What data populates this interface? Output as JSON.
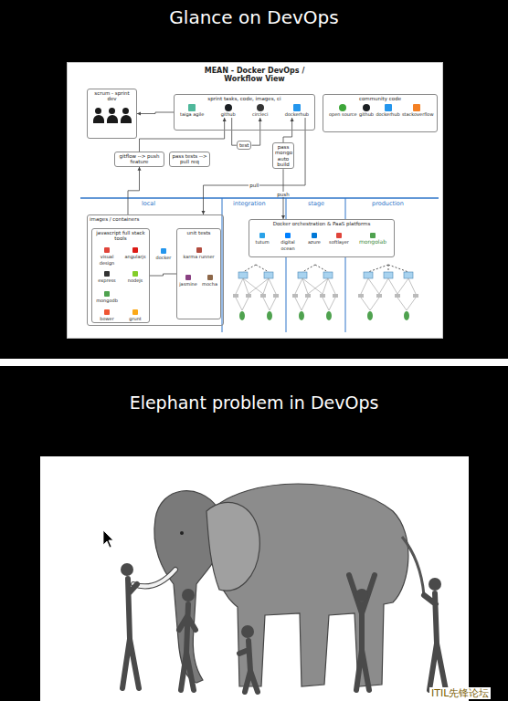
{
  "diagram": {
    "title": "Glance on DevOps",
    "nodes": [
      {
        "text": [
          "MEAN - Docker DevOps / Workflow View"
        ]
      },
      {
        "text": [
          "scrum - sprint dev"
        ],
        "in": 0
      },
      {
        "text": [
          "sprint tasks, code, images, ci"
        ],
        "in": 0
      },
      {
        "text": [
          "taiga agile"
        ],
        "in": 2
      },
      {
        "text": [
          "github"
        ],
        "in": 2
      },
      {
        "text": [
          "circleci"
        ],
        "in": 2
      },
      {
        "text": [
          "dockerhub"
        ],
        "in": 2
      },
      {
        "text": [
          "community code"
        ],
        "in": 0
      },
      {
        "text": [
          "open source"
        ],
        "in": 7
      },
      {
        "text": [
          "github"
        ],
        "in": 7
      },
      {
        "text": [
          "dockerhub"
        ],
        "in": 7
      },
      {
        "text": [
          "stackoverflow"
        ],
        "in": 7
      },
      {
        "text": [
          "test"
        ],
        "in": 0
      },
      {
        "text": [
          "pass mongo auto build"
        ],
        "in": 0
      },
      {
        "text": [
          "gitflow --> push feature"
        ],
        "in": 0
      },
      {
        "text": [
          "pass tests --> pull req"
        ],
        "in": 0
      },
      {
        "text": [
          "images / containers"
        ],
        "in": 0
      },
      {
        "text": [
          "javascript full stack tools"
        ],
        "in": 16
      },
      {
        "text": [
          "unit tests"
        ],
        "in": 16
      },
      {
        "text": [
          "Docker orchestration & PaaS platforms"
        ],
        "in": 0
      }
    ],
    "edges": [
      {
        "from": 2,
        "to": 1,
        "arrow": "to"
      },
      {
        "from": 4,
        "to": 12,
        "arrow": "none"
      },
      {
        "from": 12,
        "to": 5,
        "arrow": "to"
      },
      {
        "from": 13,
        "to": 6,
        "arrow": "to"
      },
      {
        "from": 14,
        "to": 4,
        "arrow": "to"
      },
      {
        "from": 16,
        "to": 14,
        "arrow": "to"
      },
      {
        "from": 6,
        "to": 16,
        "label": "pull",
        "arrow": "to"
      },
      {
        "from": 13,
        "to": 19,
        "label": "push",
        "arrow": "to"
      },
      {
        "from": 17,
        "to": 18,
        "arrow": "none"
      }
    ],
    "labels": [
      "Elephant problem in DevOps",
      "local",
      "integration",
      "stage",
      "production",
      "visual design",
      "angularjs",
      "express",
      "nodejs",
      "mongodb",
      "bower",
      "grunt",
      "docker",
      "karma runner",
      "jasmine",
      "mocha",
      "tutum",
      "digital ocean",
      "azure",
      "softlayer",
      "mongolab",
      "ITIL先锋论坛"
    ]
  }
}
